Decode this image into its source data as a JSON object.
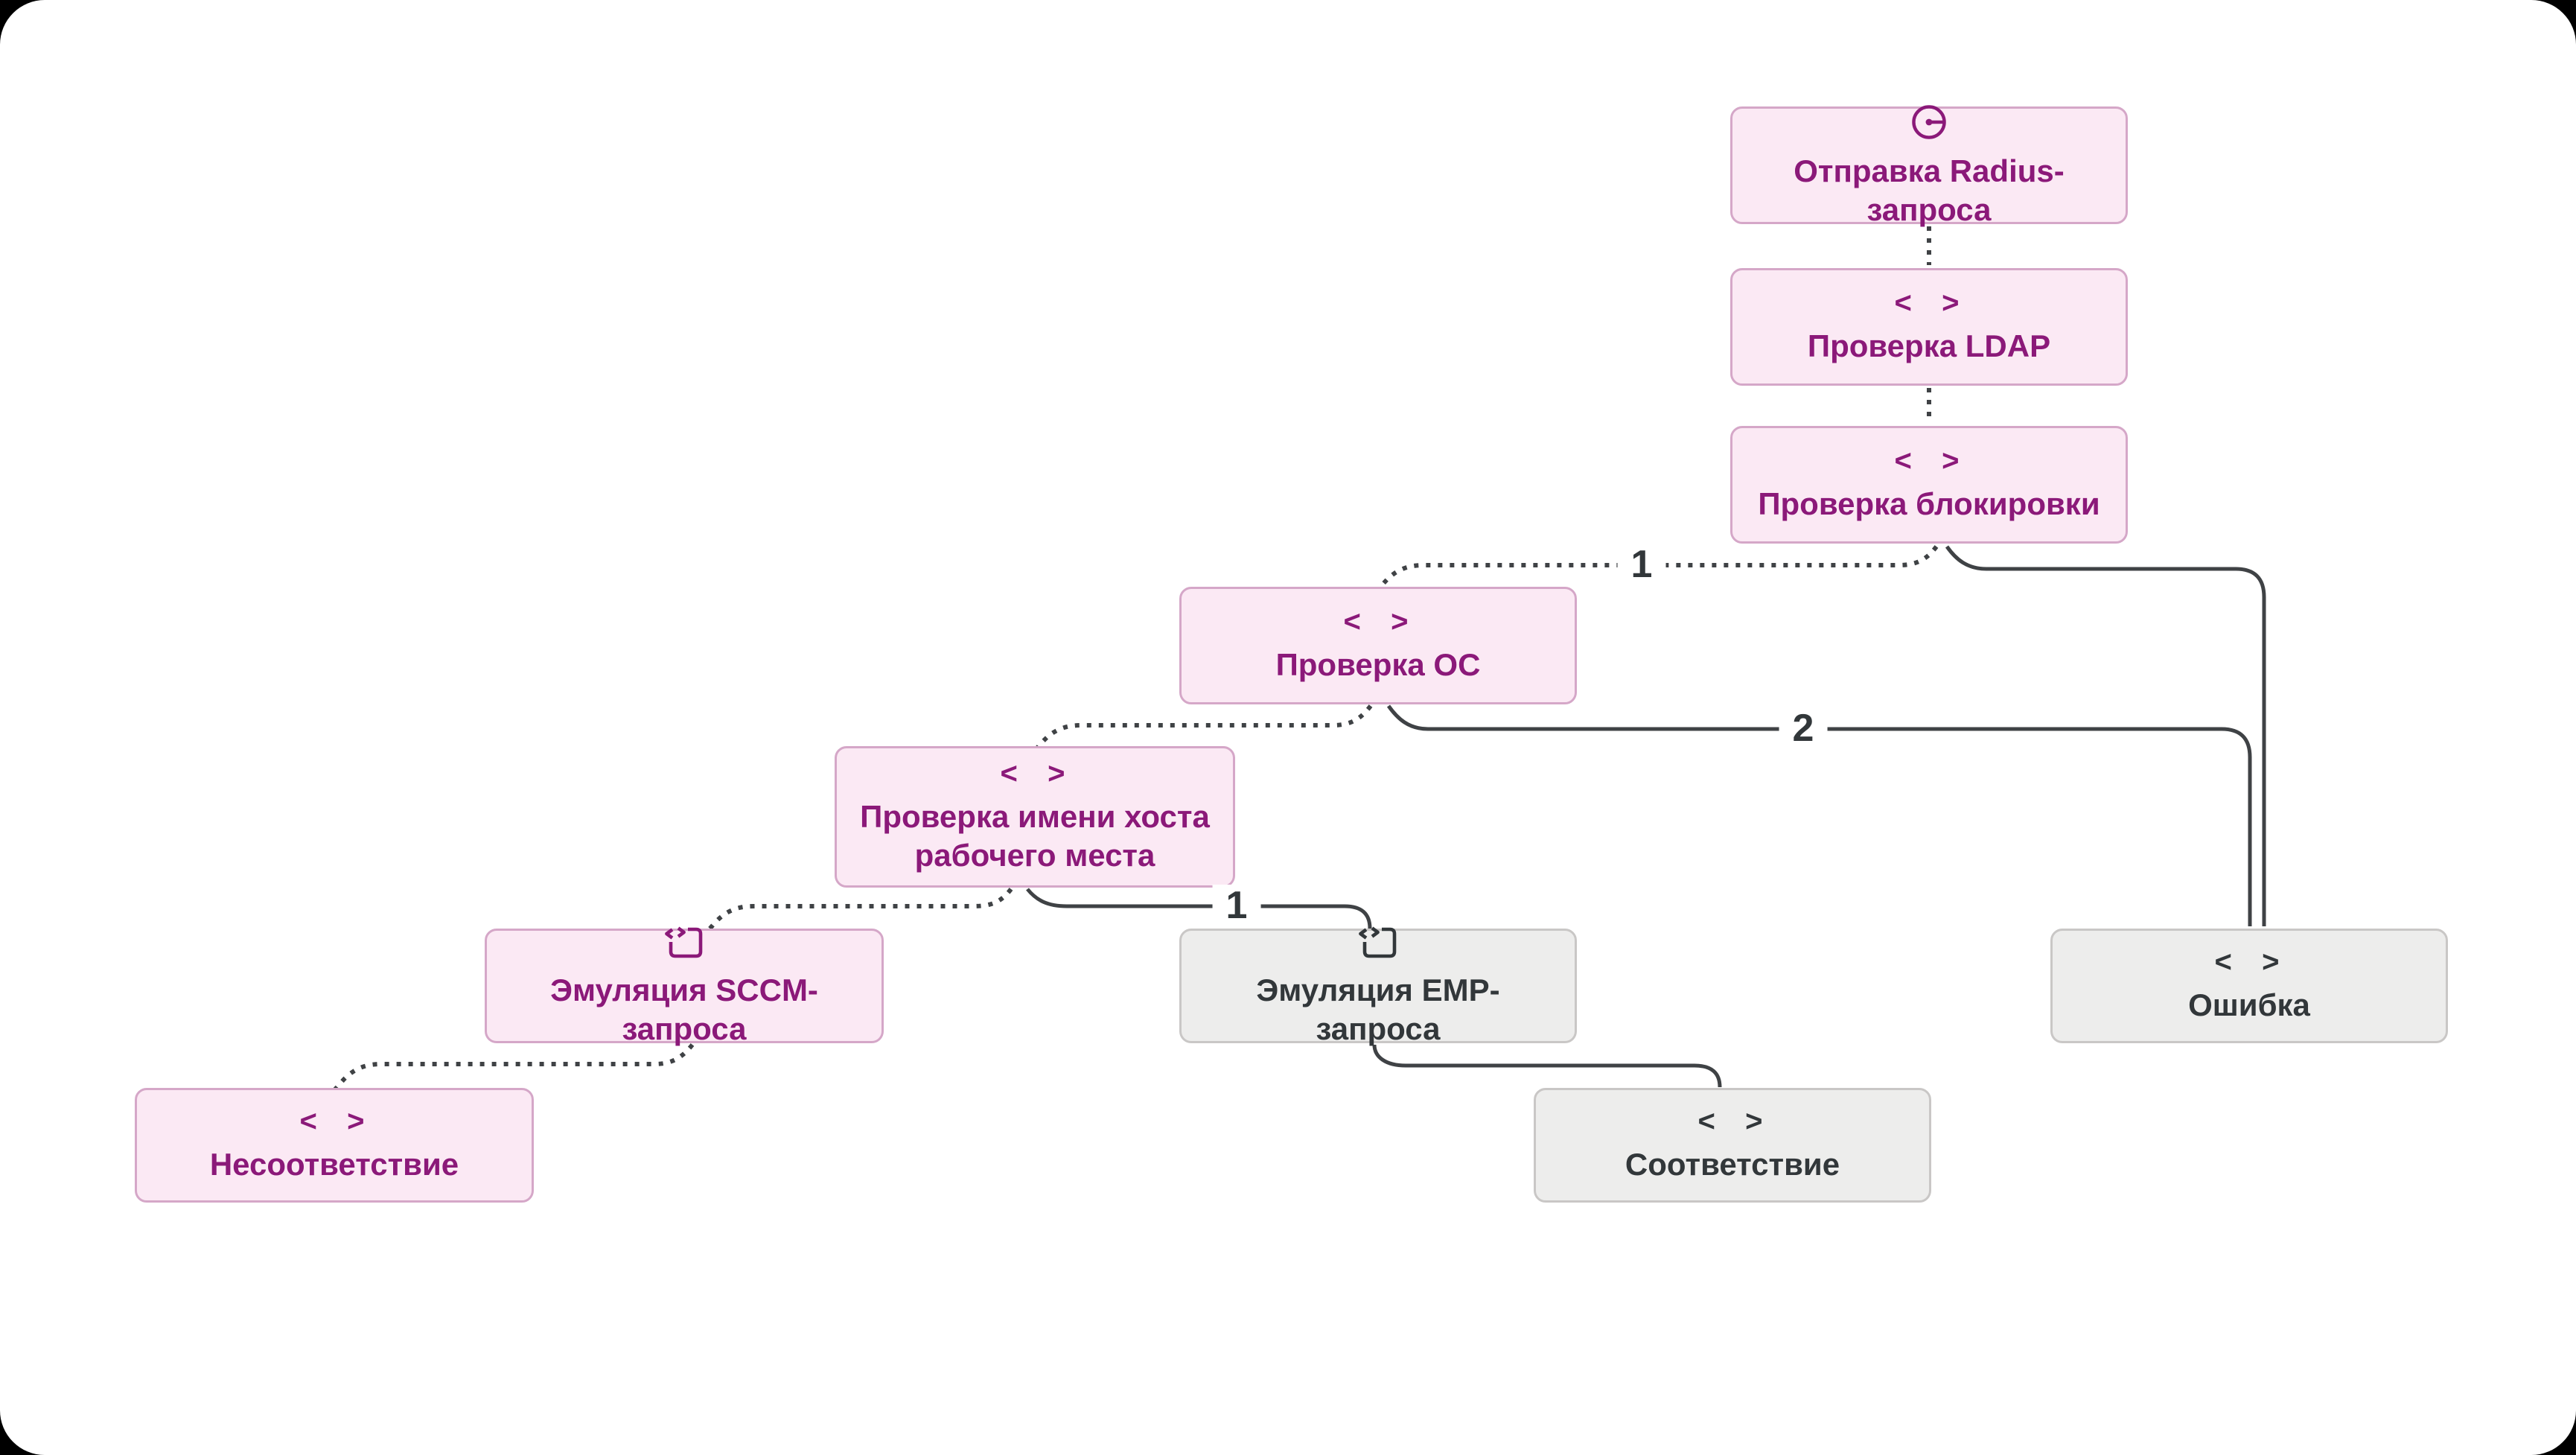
{
  "diagram": {
    "nodes": {
      "radius": {
        "label": "Отправка Radius-запроса",
        "type": "start",
        "variant": "pink"
      },
      "ldap": {
        "label": "Проверка LDAP",
        "type": "check",
        "variant": "pink"
      },
      "block": {
        "label": "Проверка блокировки",
        "type": "check",
        "variant": "pink"
      },
      "os": {
        "label": "Проверка ОС",
        "type": "check",
        "variant": "pink"
      },
      "host": {
        "label": "Проверка имени хоста рабочего места",
        "type": "check",
        "variant": "pink"
      },
      "sccm": {
        "label": "Эмуляция SCCM-запроса",
        "type": "emulation",
        "variant": "pink"
      },
      "emp": {
        "label": "Эмуляция EMP-запроса",
        "type": "emulation",
        "variant": "gray"
      },
      "error": {
        "label": "Ошибка",
        "type": "result",
        "variant": "gray"
      },
      "mismatch": {
        "label": "Несоответствие",
        "type": "result",
        "variant": "pink"
      },
      "match": {
        "label": "Соответствие",
        "type": "result",
        "variant": "gray"
      }
    },
    "icons": {
      "angle": "<  >"
    },
    "edge_labels": {
      "block_os": "1",
      "os_error": "2",
      "host_emp": "1"
    },
    "edges": [
      {
        "from": "Отправка Radius-запроса",
        "to": "Проверка LDAP",
        "style": "dotted",
        "label": ""
      },
      {
        "from": "Проверка LDAP",
        "to": "Проверка блокировки",
        "style": "dotted",
        "label": ""
      },
      {
        "from": "Проверка блокировки",
        "to": "Проверка ОС",
        "style": "dotted",
        "label": "1"
      },
      {
        "from": "Проверка блокировки",
        "to": "Ошибка",
        "style": "solid",
        "label": ""
      },
      {
        "from": "Проверка ОС",
        "to": "Проверка имени хоста рабочего места",
        "style": "dotted",
        "label": ""
      },
      {
        "from": "Проверка ОС",
        "to": "Ошибка",
        "style": "solid",
        "label": "2"
      },
      {
        "from": "Проверка имени хоста рабочего места",
        "to": "Эмуляция SCCM-запроса",
        "style": "dotted",
        "label": ""
      },
      {
        "from": "Проверка имени хоста рабочего места",
        "to": "Эмуляция EMP-запроса",
        "style": "solid",
        "label": "1"
      },
      {
        "from": "Эмуляция EMP-запроса",
        "to": "Соответствие",
        "style": "solid",
        "label": ""
      },
      {
        "from": "Эмуляция SCCM-запроса",
        "to": "Несоответствие",
        "style": "dotted",
        "label": ""
      }
    ],
    "colors": {
      "page_background": "#000000",
      "surface": "#ffffff",
      "pink_fill": "#fbe9f4",
      "pink_border": "#d5a7c8",
      "purple_text": "#8b1979",
      "gray_fill": "#ededec",
      "gray_border": "#c9c7c6",
      "dark_text": "#32373a",
      "edge_color": "#3f4245"
    }
  }
}
